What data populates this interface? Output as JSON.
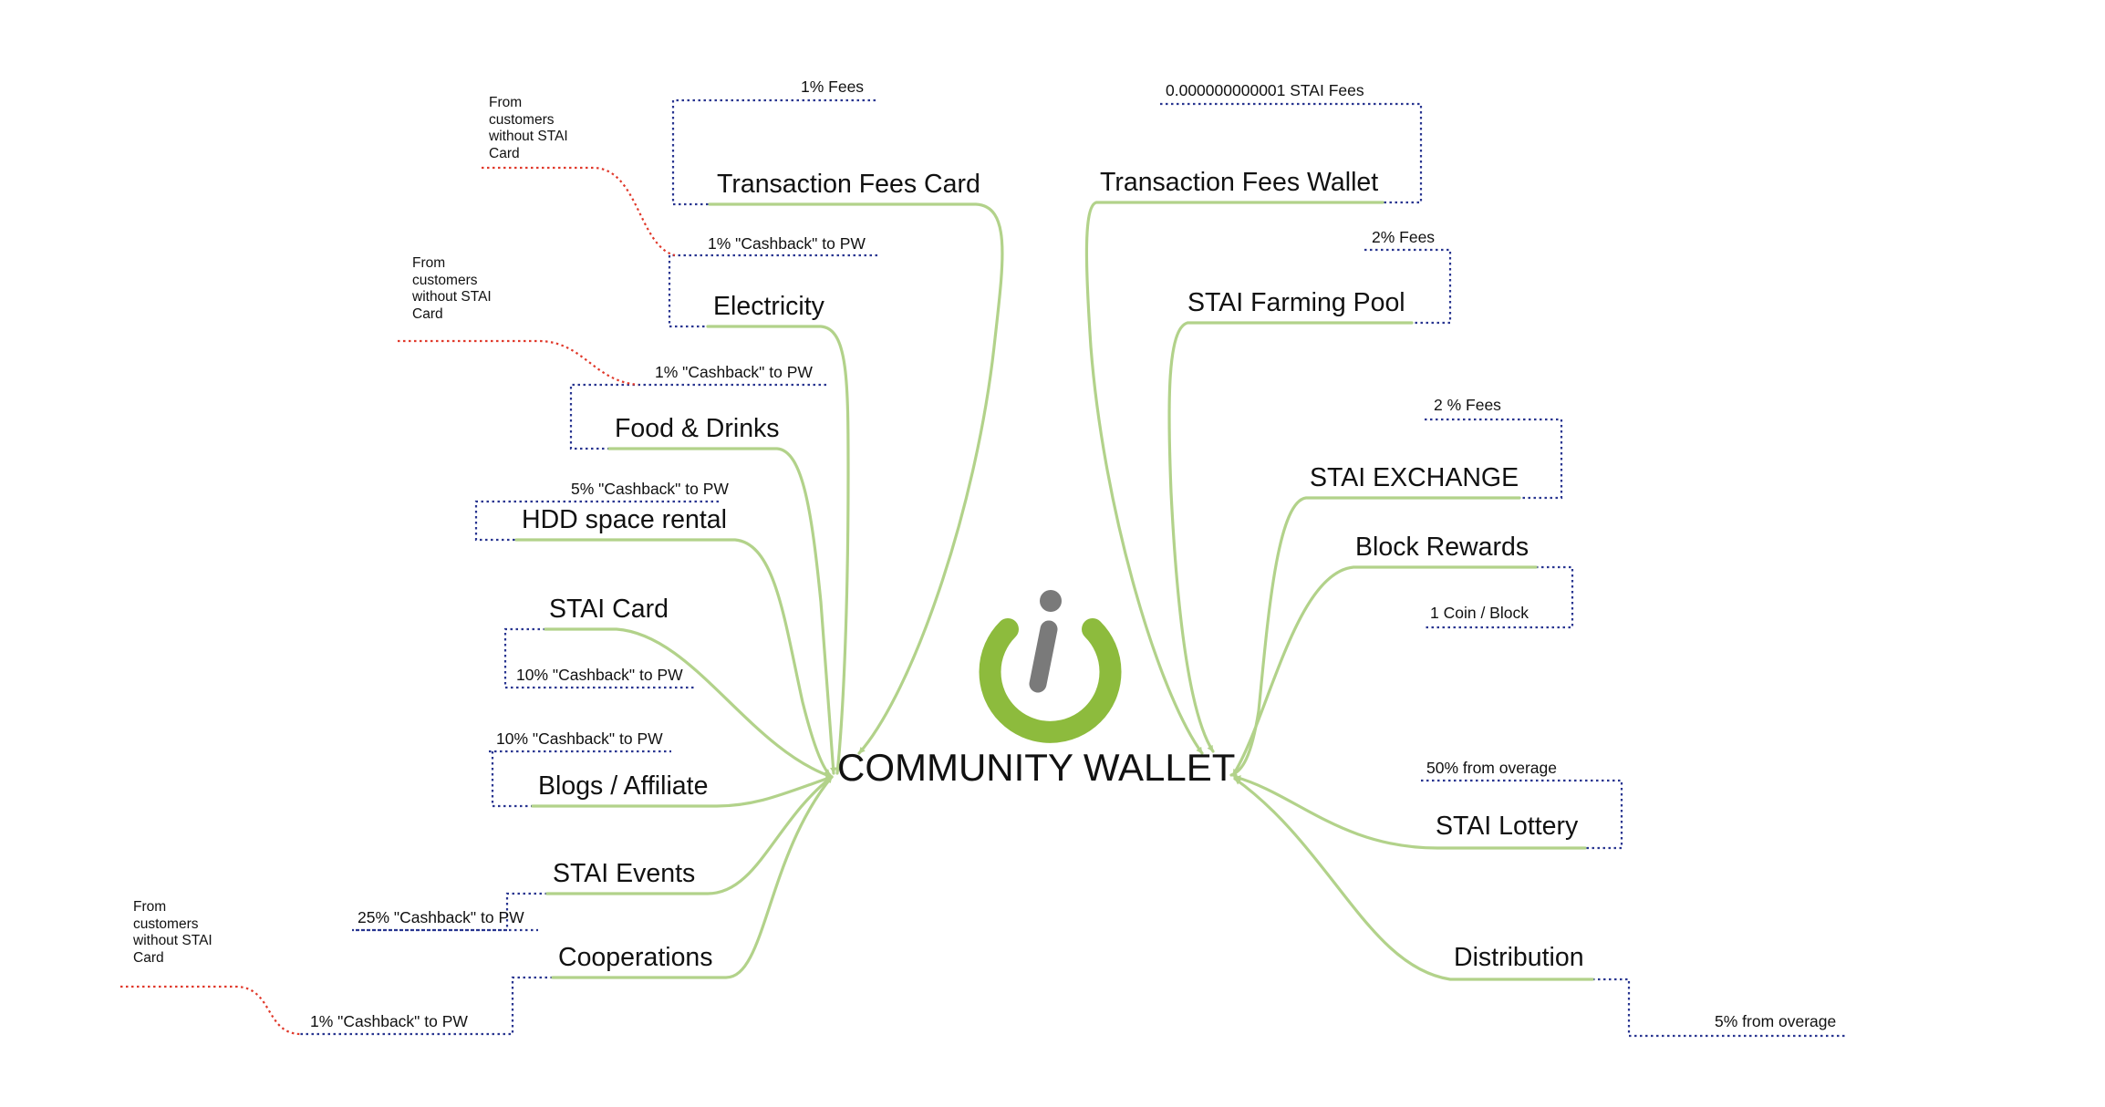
{
  "center": {
    "title": "COMMUNITY WALLET"
  },
  "colors": {
    "branch": "#b2d28a",
    "note_border": "#283590",
    "side_line": "#e0392b",
    "logo_green": "#8dbb3d",
    "logo_gray": "#7a7a7a"
  },
  "left_nodes": [
    {
      "label": "Transaction Fees Card",
      "note": "1% Fees"
    },
    {
      "label": "Electricity",
      "note": "1% \"Cashback\" to PW"
    },
    {
      "label": "Food & Drinks",
      "note": "1% \"Cashback\" to PW"
    },
    {
      "label": "HDD space rental",
      "note": "5% \"Cashback\" to PW"
    },
    {
      "label": "STAI Card",
      "note": "10% \"Cashback\" to PW"
    },
    {
      "label": "Blogs / Affiliate",
      "note": "10% \"Cashback\" to PW"
    },
    {
      "label": "STAI Events",
      "note": "25% \"Cashback\" to PW"
    },
    {
      "label": "Cooperations",
      "note": "1% \"Cashback\" to PW"
    }
  ],
  "right_nodes": [
    {
      "label": "Transaction Fees Wallet",
      "note": "0.000000000001 STAI Fees"
    },
    {
      "label": "STAI Farming Pool",
      "note": "2% Fees"
    },
    {
      "label": "STAI EXCHANGE",
      "note": "2 % Fees"
    },
    {
      "label": "Block Rewards",
      "note": "1 Coin / Block"
    },
    {
      "label": "STAI Lottery",
      "note": "50% from overage"
    },
    {
      "label": "Distribution",
      "note": "5% from overage"
    }
  ],
  "side_notes": [
    {
      "text": "From\ncustomers\nwithout STAI\nCard"
    },
    {
      "text": "From\ncustomers\nwithout STAI\nCard"
    },
    {
      "text": "From\ncustomers\nwithout STAI\nCard"
    }
  ]
}
